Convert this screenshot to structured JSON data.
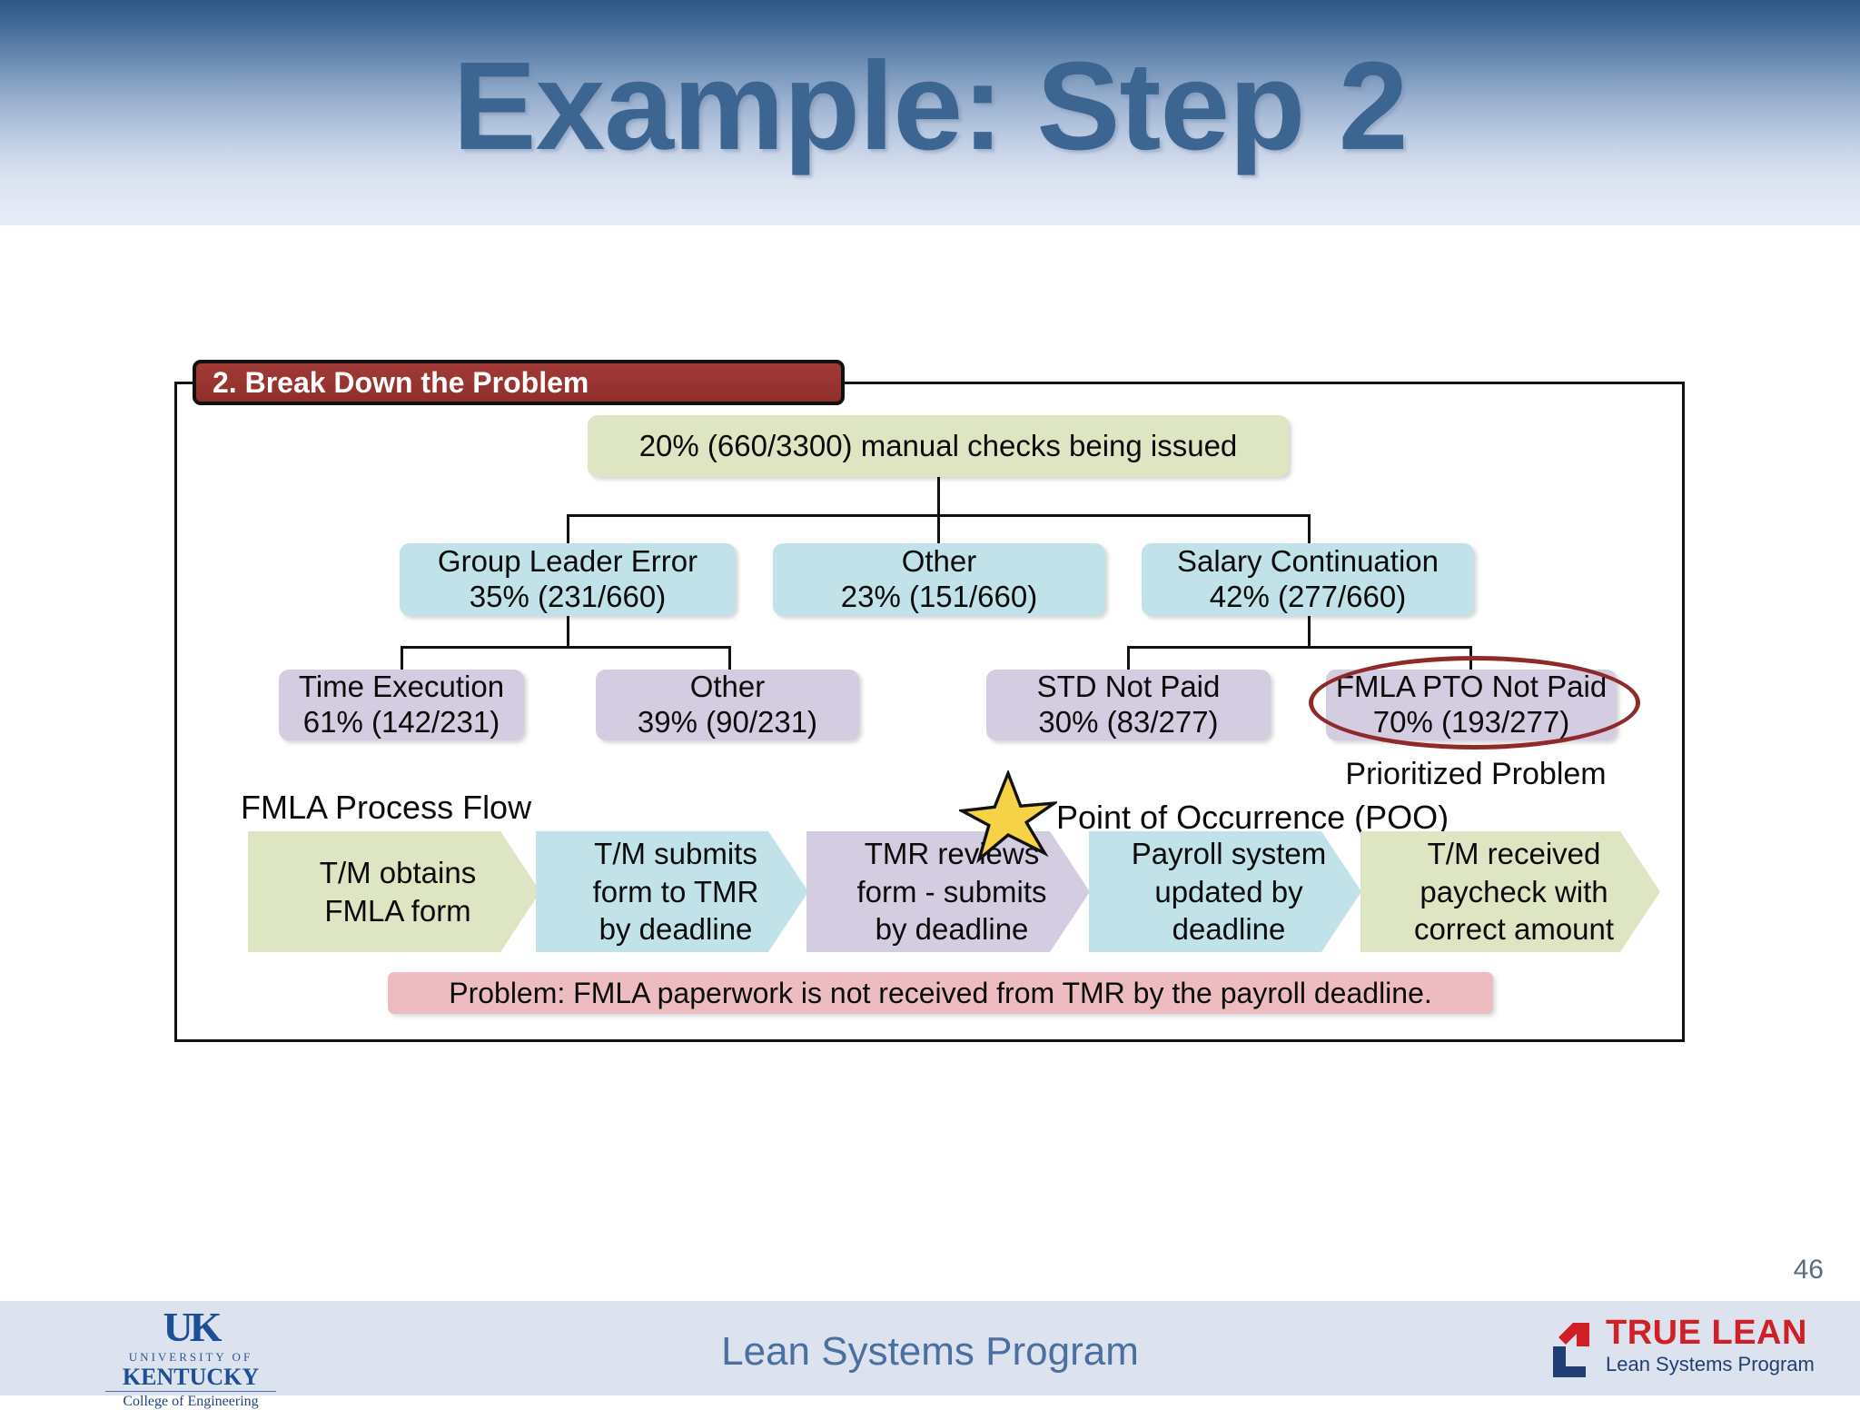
{
  "slide": {
    "title": "Example: Step 2",
    "page_number": "46"
  },
  "section": {
    "banner_label": "2. Break Down the Problem"
  },
  "tree": {
    "root": {
      "line1": "20% (660/3300) manual checks being issued"
    },
    "tier2": [
      {
        "line1": "Group Leader Error",
        "line2": "35% (231/660)"
      },
      {
        "line1": "Other",
        "line2": "23% (151/660)"
      },
      {
        "line1": "Salary Continuation",
        "line2": "42% (277/660)"
      }
    ],
    "tier3": [
      {
        "line1": "Time Execution",
        "line2": "61% (142/231)"
      },
      {
        "line1": "Other",
        "line2": "39% (90/231)"
      },
      {
        "line1": "STD Not Paid",
        "line2": "30% (83/277)"
      },
      {
        "line1": "FMLA PTO Not Paid",
        "line2": "70% (193/277)"
      }
    ],
    "prioritized_label": "Prioritized Problem"
  },
  "process_flow": {
    "title": "FMLA Process Flow",
    "poo_label": "Point of Occurrence (POO)",
    "steps": [
      {
        "line1": "T/M obtains",
        "line2": "FMLA form",
        "line3": ""
      },
      {
        "line1": "T/M submits",
        "line2": "form to TMR",
        "line3": "by deadline"
      },
      {
        "line1": "TMR reviews",
        "line2": "form - submits",
        "line3": "by deadline"
      },
      {
        "line1": "Payroll system",
        "line2": "updated by",
        "line3": "deadline"
      },
      {
        "line1": "T/M received",
        "line2": "paycheck with",
        "line3": "correct amount"
      }
    ],
    "problem_statement": "Problem: FMLA paperwork is not received from TMR by the payroll deadline."
  },
  "footer": {
    "center_title": "Lean Systems Program",
    "uk_logo": {
      "mark": "UK",
      "university_of": "UNIVERSITY OF",
      "kentucky": "KENTUCKY",
      "college": "College of Engineering"
    },
    "truelean_logo": {
      "wordmark": "TRUE LEAN",
      "subtitle": "Lean Systems Program"
    }
  },
  "colors": {
    "banner_red": "#9a3131",
    "green": "#dde5c2",
    "blue": "#c1e2e8",
    "purple": "#d4cce0",
    "pink": "#edbcc0",
    "ellipse_red": "#8f2a2a",
    "title_blue": "#3d6591",
    "star_yellow": "#f6d246"
  }
}
